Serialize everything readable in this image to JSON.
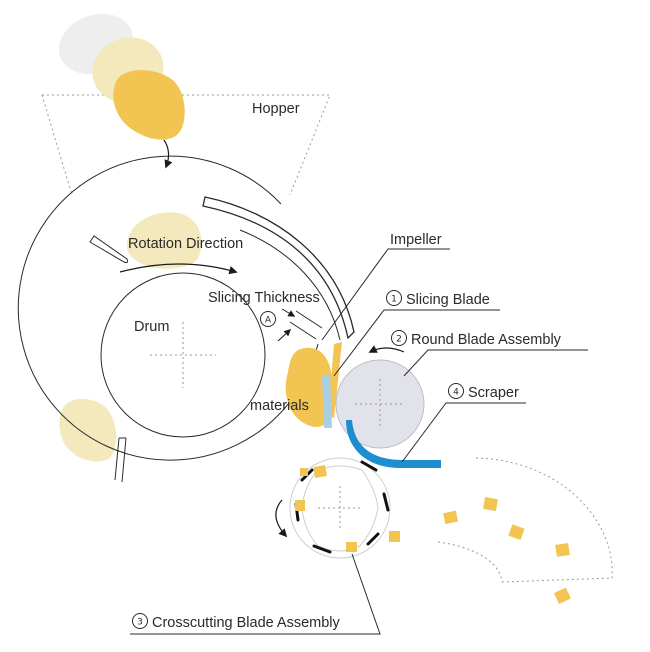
{
  "labels": {
    "hopper": "Hopper",
    "rotation_direction": "Rotation Direction",
    "impeller": "Impeller",
    "slicing_thickness": "Slicing Thickness",
    "a_marker": "A",
    "drum": "Drum",
    "materials": "materials",
    "slicing_blade_num": "1",
    "slicing_blade": "Slicing Blade",
    "round_blade_num": "2",
    "round_blade": "Round Blade Assembly",
    "scraper_num": "4",
    "scraper": "Scraper",
    "crosscutting_num": "3",
    "crosscutting": "Crosscutting Blade Assembly"
  },
  "colors": {
    "material": "#f2c451",
    "material_faded": "#f4e8bd",
    "material_ghost": "#eeeeee",
    "round_blade": "#e2e2ea",
    "scraper": "#1d8fd0",
    "slicing_blade": "#a8cfe6",
    "line": "#2a2a2a"
  },
  "icons": {
    "circled_marker": "circled-number-icon",
    "direction_arrow": "curved-arrow-icon"
  }
}
